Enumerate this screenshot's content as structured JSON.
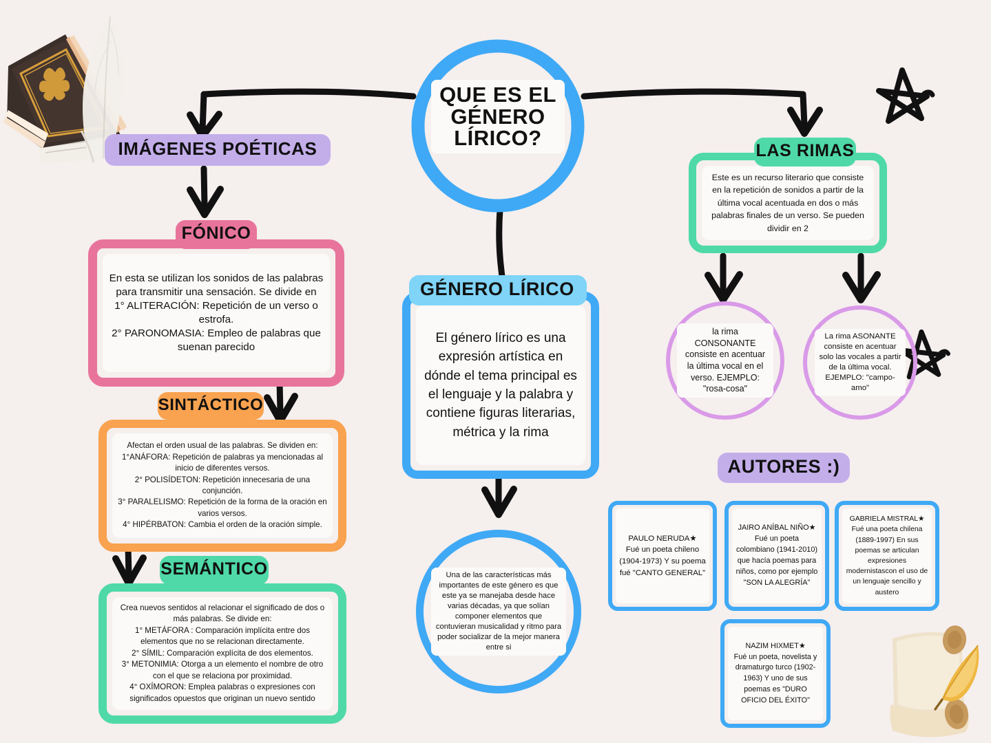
{
  "background_color": "#f5efee",
  "palette": {
    "blue": "#3fa9f5",
    "light_blue_fill": "#7fd4f7",
    "purple": "#c3aeea",
    "pink": "#e8749c",
    "orange": "#f9a24f",
    "green": "#4fd9a8",
    "violet": "#d99ae8",
    "ink": "#111111",
    "card_fill": "#fbfaf8"
  },
  "center": {
    "title": "QUE ES EL GÉNERO LÍRICO?"
  },
  "branches": {
    "imagenes_poeticas": {
      "title": "IMÁGENES POÉTICAS",
      "children": [
        {
          "title": "FÓNICO",
          "color": "#e8749c",
          "body": "En esta se utilizan los sonidos de las palabras para transmitir una sensación. Se divide en\n1° ALITERACIÓN: Repetición de un verso o estrofa.\n2° PARONOMASIA: Empleo de palabras que suenan parecido"
        },
        {
          "title": "SINTÁCTICO",
          "color": "#f9a24f",
          "body": "Afectan el orden usual de las palabras. Se dividen en:\n1°ANÁFORA: Repetición de palabras ya mencionadas al inicio de diferentes versos.\n2° POLISÍDETON: Repetición innecesaria de una conjunción.\n3° PARALELISMO: Repetición de la forma de la oración en varios versos.\n4° HIPÉRBATON: Cambia el orden de la oración simple."
        },
        {
          "title": "SEMÁNTICO",
          "color": "#4fd9a8",
          "body": "Crea nuevos sentidos al relacionar el significado de dos o más palabras. Se divide en:\n1° METÁFORA : Comparación implícita entre dos elementos que no se relacionan directamente.\n2° SÍMIL: Comparación explícita de dos elementos.\n3° METONIMIA: Otorga a un elemento el nombre de otro con el que se relaciona por proximidad.\n4° OXÍMORON: Emplea palabras o expresiones con significados opuestos que originan un nuevo sentido"
        }
      ]
    },
    "genero_lirico": {
      "title": "GÉNERO LÍRICO",
      "body": "El género lírico es una expresión artística en dónde el tema principal es el lenguaje y la palabra y contiene figuras literarias, métrica y la rima",
      "note_circle": "Una de las características más importantes de este género es que este ya se manejaba desde hace varias décadas, ya que solían componer elementos que contuvieran musicalidad y ritmo para poder socializar de la mejor manera entre si"
    },
    "las_rimas": {
      "title": "LAS RIMAS",
      "body": "Este es un recurso literario que consiste en la repetición de sonidos a partir de la última vocal acentuada en dos o más palabras finales de un verso. Se pueden dividir en 2",
      "types": [
        {
          "name": "rima-consonante",
          "text": "la rima CONSONANTE consiste en acentuar la última vocal en el verso. EJEMPLO: \"rosa-cosa\""
        },
        {
          "name": "rima-asonante",
          "text": "La rima ASONANTE consiste en acentuar solo las vocales a partir de la última vocal. EJEMPLO: \"campo-amo\""
        }
      ]
    },
    "autores": {
      "title": "AUTORES :)",
      "cards": [
        {
          "name": "PAULO NERUDA",
          "star": "★",
          "body": "Fué un poeta chileno (1904-1973) Y su poema fué \"CANTO GENERAL\""
        },
        {
          "name": "JAIRO ANÍBAL NIÑO",
          "star": "★",
          "body": "Fué un poeta colombiano (1941-2010) que hacía poemas para niños, como por ejemplo \"SON LA ALEGRÍA\""
        },
        {
          "name": "GABRIELA MISTRAL",
          "star": "★",
          "body": "Fué una poeta chilena (1889-1997) En sus poemas se articulan expresiones modernistascon el uso de un lenguaje sencillo y austero"
        },
        {
          "name": "NAZIM HIXMET",
          "star": "★",
          "body": "Fué un poeta, novelista y dramaturgo turco (1902-1963) Y uno de sus poemas es \"DURO OFICIO DEL ÉXITO\""
        }
      ]
    }
  },
  "decorations": {
    "book_quill": "book-with-quill-image",
    "scroll_quill": "parchment-scroll-with-quill-image",
    "stars": [
      "hand-drawn-star",
      "hand-drawn-star"
    ]
  }
}
